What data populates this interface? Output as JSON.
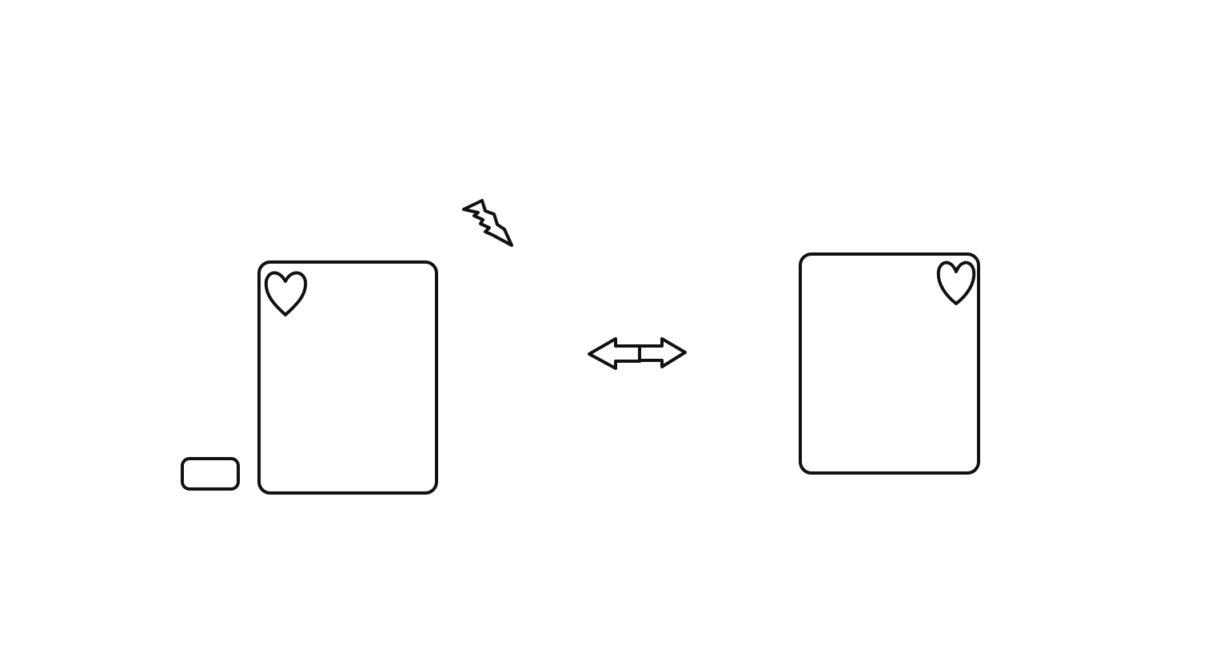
{
  "diagram": {
    "background": "#ffffff",
    "stroke_color": "#111111",
    "elements": [
      {
        "id": "card-left",
        "kind": "card",
        "icon": "heart-icon",
        "icon_corner": "top-left"
      },
      {
        "id": "small-tile",
        "kind": "rounded-rectangle"
      },
      {
        "id": "lightning",
        "kind": "icon",
        "icon": "lightning-bolt-icon"
      },
      {
        "id": "swap-arrow",
        "kind": "icon",
        "icon": "double-arrow-icon"
      },
      {
        "id": "card-right",
        "kind": "card",
        "icon": "heart-icon",
        "icon_corner": "top-right"
      }
    ]
  }
}
